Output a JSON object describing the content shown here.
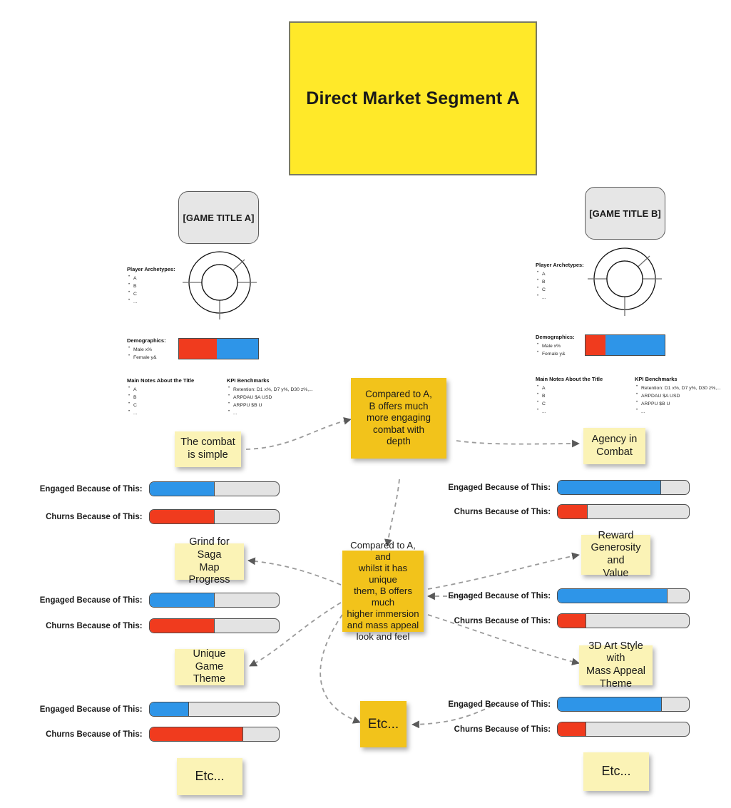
{
  "banner": {
    "title": "Direct Market Segment A",
    "bg": "#ffe929",
    "border": "#7a7a63"
  },
  "colors": {
    "engaged_blue": "#2e95e8",
    "churn_red": "#f03b1e",
    "track_grey": "#e3e3e3",
    "note_pale": "#fbf3b6",
    "note_gold": "#f2c31b",
    "card_grey": "#e6e6e6"
  },
  "games": [
    {
      "id": "a",
      "title": "[GAME TITLE A]",
      "archetypes": {
        "title": "Player Archetypes:",
        "items": [
          "A",
          "B",
          "C",
          "..."
        ]
      },
      "demographics": {
        "title": "Demographics:",
        "items": [
          "Male x%",
          "Female y&"
        ],
        "male_pct": 48,
        "female_pct": 52
      },
      "notes": {
        "title": "Main Notes About the Title",
        "items": [
          "A",
          "B",
          "C",
          "..."
        ]
      },
      "kpi": {
        "title": "KPI Benchmarks",
        "items": [
          "Retention: D1 x%, D7 y%, D30 z%,...",
          "ARPDAU $A USD",
          "ARPPU $B U",
          "..."
        ]
      }
    },
    {
      "id": "b",
      "title": "[GAME TITLE B]",
      "archetypes": {
        "title": "Player Archetypes:",
        "items": [
          "A",
          "B",
          "C",
          "..."
        ]
      },
      "demographics": {
        "title": "Demographics:",
        "items": [
          "Male x%",
          "Female y&"
        ],
        "male_pct": 25,
        "female_pct": 75
      },
      "notes": {
        "title": "Main Notes About the Title",
        "items": [
          "A",
          "B",
          "C",
          "..."
        ]
      },
      "kpi": {
        "title": "KPI Benchmarks",
        "items": [
          "Retention: D1 x%, D7 y%, D30 z%,...",
          "ARPDAU $A USD",
          "ARPPU $B U",
          "..."
        ]
      }
    }
  ],
  "center_notes": [
    {
      "id": "combat",
      "text": "Compared to A,\nB offers much\nmore engaging\ncombat with\ndepth"
    },
    {
      "id": "immersion",
      "text": "Compared to A, and\nwhilst it has unique\nthem, B offers much\nhigher immersion\nand mass appeal\nlook and feel"
    },
    {
      "id": "etc-center",
      "text": "Etc..."
    }
  ],
  "left_notes": [
    {
      "id": "combat-simple",
      "text": "The combat\nis simple"
    },
    {
      "id": "grind-saga",
      "text": "Grind for Saga\nMap Progress"
    },
    {
      "id": "unique-theme",
      "text": "Unique\nGame Theme"
    },
    {
      "id": "etc-left",
      "text": "Etc..."
    }
  ],
  "right_notes": [
    {
      "id": "agency-combat",
      "text": "Agency in\nCombat"
    },
    {
      "id": "reward-generosity",
      "text": "Reward\nGenerosity and\nValue"
    },
    {
      "id": "art-style",
      "text": "3D Art Style with\nMass Appeal\nTheme"
    },
    {
      "id": "etc-right",
      "text": "Etc..."
    }
  ],
  "meters": {
    "engaged_label": "Engaged Because of This:",
    "churns_label": "Churns Because of This:",
    "left": [
      {
        "group": 1,
        "engaged_pct": 50,
        "churns_pct": 50
      },
      {
        "group": 2,
        "engaged_pct": 50,
        "churns_pct": 50
      },
      {
        "group": 3,
        "engaged_pct": 30,
        "churns_pct": 72
      }
    ],
    "right": [
      {
        "group": 1,
        "engaged_pct": 78,
        "churns_pct": 22
      },
      {
        "group": 2,
        "engaged_pct": 83,
        "churns_pct": 21
      },
      {
        "group": 3,
        "engaged_pct": 79,
        "churns_pct": 21
      }
    ]
  }
}
